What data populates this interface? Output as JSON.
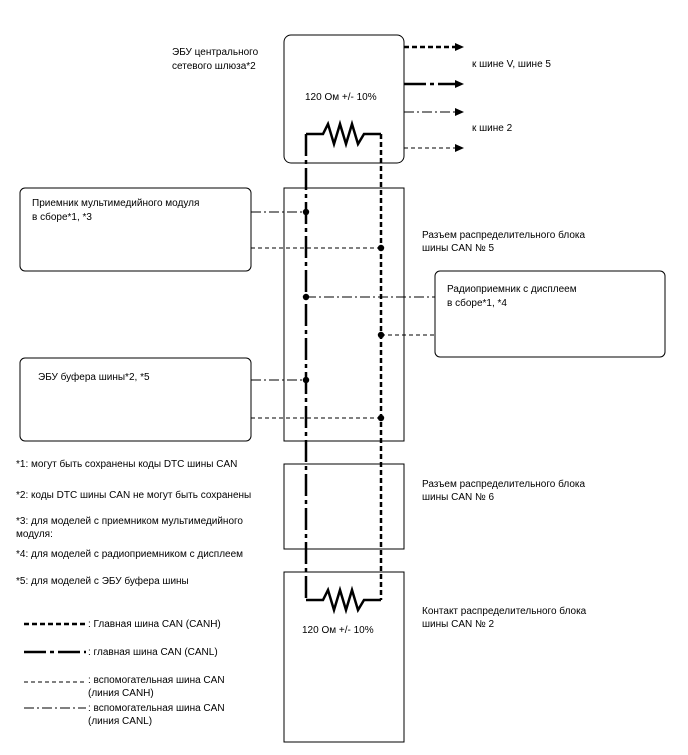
{
  "labels": {
    "gateway_line1": "ЭБУ центрального",
    "gateway_line2": "сетевого шлюза*2",
    "resistor_top": "120 Ом +/- 10%",
    "bus_v5": "к шине V, шине 5",
    "bus_2": "к шине 2",
    "multimedia_line1": "Приемник мультимедийного модуля",
    "multimedia_line2": "в сборе*1, *3",
    "jb5_line1": "Разъем распределительного блока",
    "jb5_line2": "шины CAN № 5",
    "radio_line1": "Радиоприемник с дисплеем",
    "radio_line2": "в сборе*1, *4",
    "buffer_ecu": "ЭБУ буфера шины*2, *5",
    "jb6_line1": "Разъем распределительного блока",
    "jb6_line2": "шины CAN № 6",
    "resistor_bottom": "120 Ом +/- 10%",
    "jb2_line1": "Контакт распределительного блока",
    "jb2_line2": "шины CAN № 2"
  },
  "notes": {
    "n1": "*1: могут быть сохранены коды DTC шины CAN",
    "n2": "*2: коды DTC шины CAN не могут быть сохранены",
    "n3_line1": "*3: для моделей с приемником мультимедийного",
    "n3_line2": "модуля:",
    "n4": "*4: для моделей с радиоприемником с дисплеем",
    "n5": "*5: для моделей с ЭБУ буфера шины"
  },
  "legend": {
    "canh_main": ": Главная шина CAN (CANH)",
    "canl_main": ": главная шина CAN (CANL)",
    "canh_sub_line1": ": вспомогательная шина CAN",
    "canh_sub_line2": "(линия CANH)",
    "canl_sub_line1": ": вспомогательная шина CAN",
    "canl_sub_line2": "(линия CANL)"
  }
}
